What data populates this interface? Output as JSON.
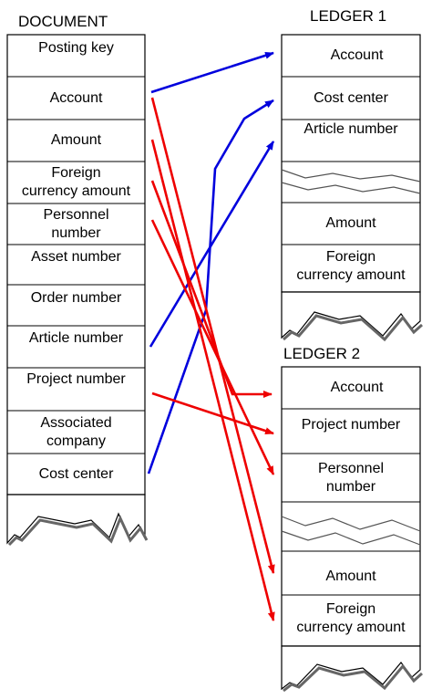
{
  "document": {
    "title": "DOCUMENT",
    "fields": [
      "Posting key",
      "Account",
      "Amount",
      "Foreign\ncurrency amount",
      "Personnel\nnumber",
      "Asset number",
      "Order number",
      "Article number",
      "Project number",
      "Associated\ncompany",
      "Cost center"
    ]
  },
  "ledger1": {
    "title": "LEDGER 1",
    "fields": [
      "Account",
      "Cost center",
      "Article number",
      "Amount",
      "Foreign\ncurrency amount"
    ]
  },
  "ledger2": {
    "title": "LEDGER 2",
    "fields": [
      "Account",
      "Project number",
      "Personnel\nnumber",
      "Amount",
      "Foreign\ncurrency amount"
    ]
  },
  "colors": {
    "ledger1_arrows": "#0000dd",
    "ledger2_arrows": "#ee0000",
    "border": "#000000",
    "shadow": "#666666"
  }
}
